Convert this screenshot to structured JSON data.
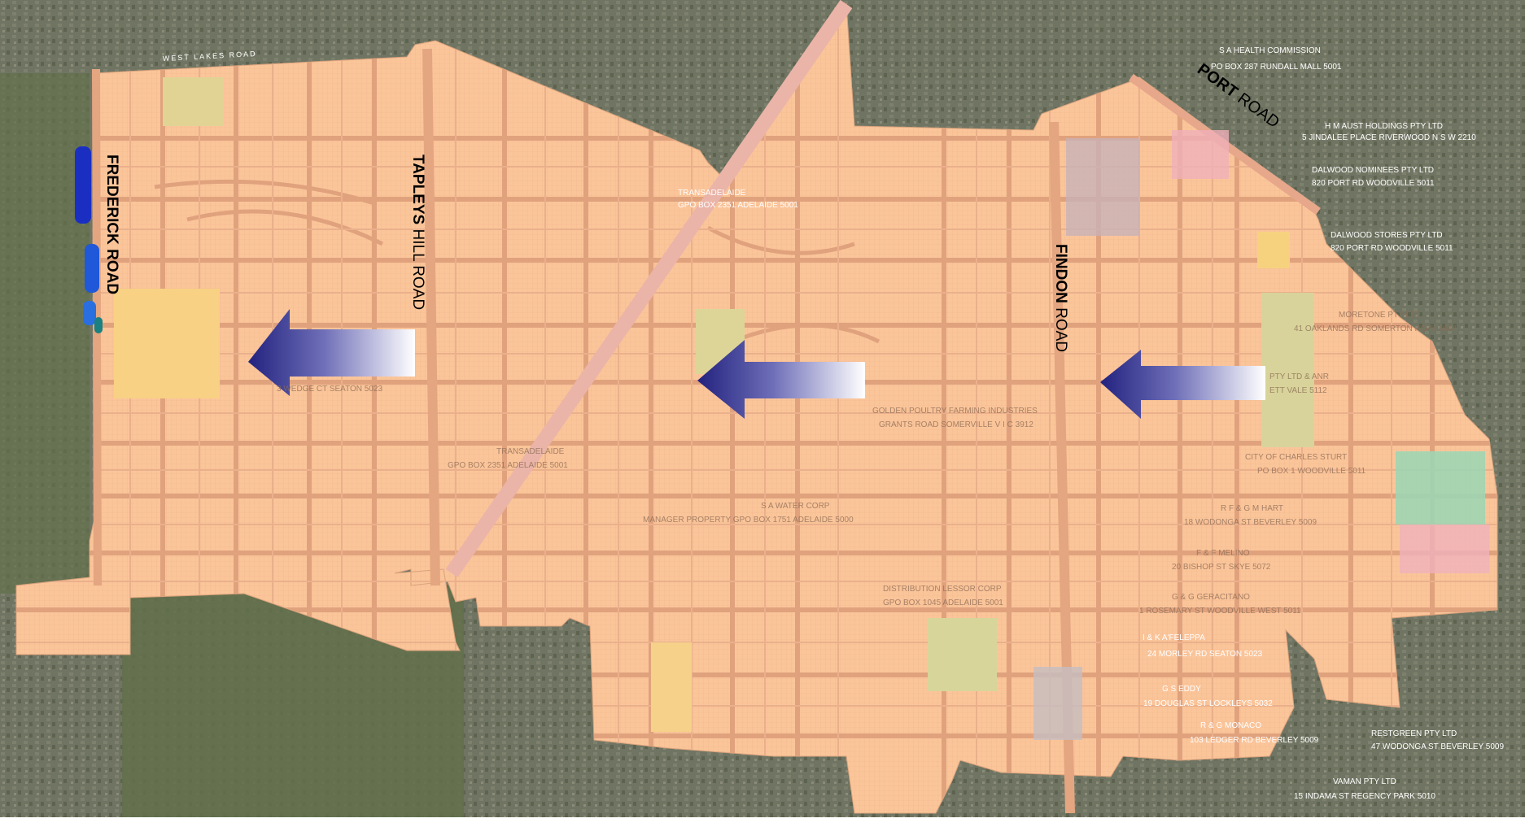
{
  "map": {
    "colors": {
      "aerial": "#6f7562",
      "aerial_green": "#5f6e45",
      "zone": "#fbc59a",
      "road": "#e7a882",
      "park_yellow": "#f7d58a",
      "park_green": "#d9cf97",
      "rail": "#e9b7ab",
      "arrow": "#2a2a8c",
      "water": "#1a3fd0"
    },
    "roads": {
      "frederick": "FREDERICK ROAD",
      "tapleys_bold": "TAPLEYS",
      "tapleys_rest": " HILL ROAD",
      "findon_bold": "FINDON",
      "findon_rest": "  ROAD",
      "port_bold": "PORT",
      "port_rest": " ROAD",
      "west_lakes": "WEST     LAKES     ROAD"
    },
    "owners": {
      "sa_health_1": "S A HEALTH COMMISSION",
      "sa_health_2": "PO BOX 287 RUNDALL MALL 5001",
      "hm_aust_1": "H M AUST HOLDINGS PTY LTD",
      "hm_aust_2": "5 JINDALEE PLACE RIVERWOOD N S W          2210",
      "dalwood_nom_1": "DALWOOD NOMINEES PTY LTD",
      "dalwood_nom_2": "820 PORT RD WOODVILLE 5011",
      "dalwood_st_1": "DALWOOD STORES PTY LTD",
      "dalwood_st_2": "820 PORT RD WOODVILLE 5011",
      "moretone_1": "MORETONE PTY LTD",
      "moretone_2": "41 OAKLANDS RD SOMERTON PARK 5044",
      "pty_anr_1": "PTY LTD & ANR",
      "pty_anr_2": "ETT VALE 5112",
      "transadelaide_a1": "TRANSADELAIDE",
      "transadelaide_a2": "GPO BOX 2351 ADELAIDE 5001",
      "wedge": "3 WEDGE CT SEATON 5023",
      "golden_1": "GOLDEN POULTRY FARMING INDUSTRIES",
      "golden_2": "GRANTS ROAD SOMERVILLE V I C 3912",
      "transadelaide_b1": "TRANSADELAIDE",
      "transadelaide_b2": "GPO BOX 2351 ADELAIDE 5001",
      "charles_sturt_1": "CITY OF CHARLES STURT",
      "charles_sturt_2": "PO BOX 1 WOODVILLE 5011",
      "sa_water_1": "S A WATER CORP",
      "sa_water_2": "MANAGER PROPERTY GPO BOX 1751 ADELAIDE          5000",
      "hart_1": "R F & G M HART",
      "hart_2": "18 WODONGA ST BEVERLEY 5009",
      "melino_1": "F & F MELINO",
      "melino_2": "20 BISHOP ST SKYE 5072",
      "distribution_1": "DISTRIBUTION LESSOR CORP",
      "distribution_2": "GPO BOX 1045 ADELAIDE 5001",
      "geracitano_1": "G & G GERACITANO",
      "geracitano_2": "1 ROSEMARY ST WOODVILLE WEST 5011",
      "afeleppa_1": "I & K A'FELEPPA",
      "afeleppa_2": "24 MORLEY RD SEATON 5023",
      "eddy_1": "G S EDDY",
      "eddy_2": "19 DOUGLAS ST LOCKLEYS 5032",
      "monaco_1": "R & G MONACO",
      "monaco_2": "103 LEDGER RD BEVERLEY 5009",
      "restgreen_1": "RESTGREEN PTY LTD",
      "restgreen_2": "47 WODONGA ST BEVERLEY 5009",
      "vaman_1": "VAMAN PTY LTD",
      "vaman_2": "15 INDAMA ST REGENCY PARK 5010"
    },
    "arrows": [
      {
        "direction": "west"
      },
      {
        "direction": "west"
      },
      {
        "direction": "west"
      }
    ]
  }
}
